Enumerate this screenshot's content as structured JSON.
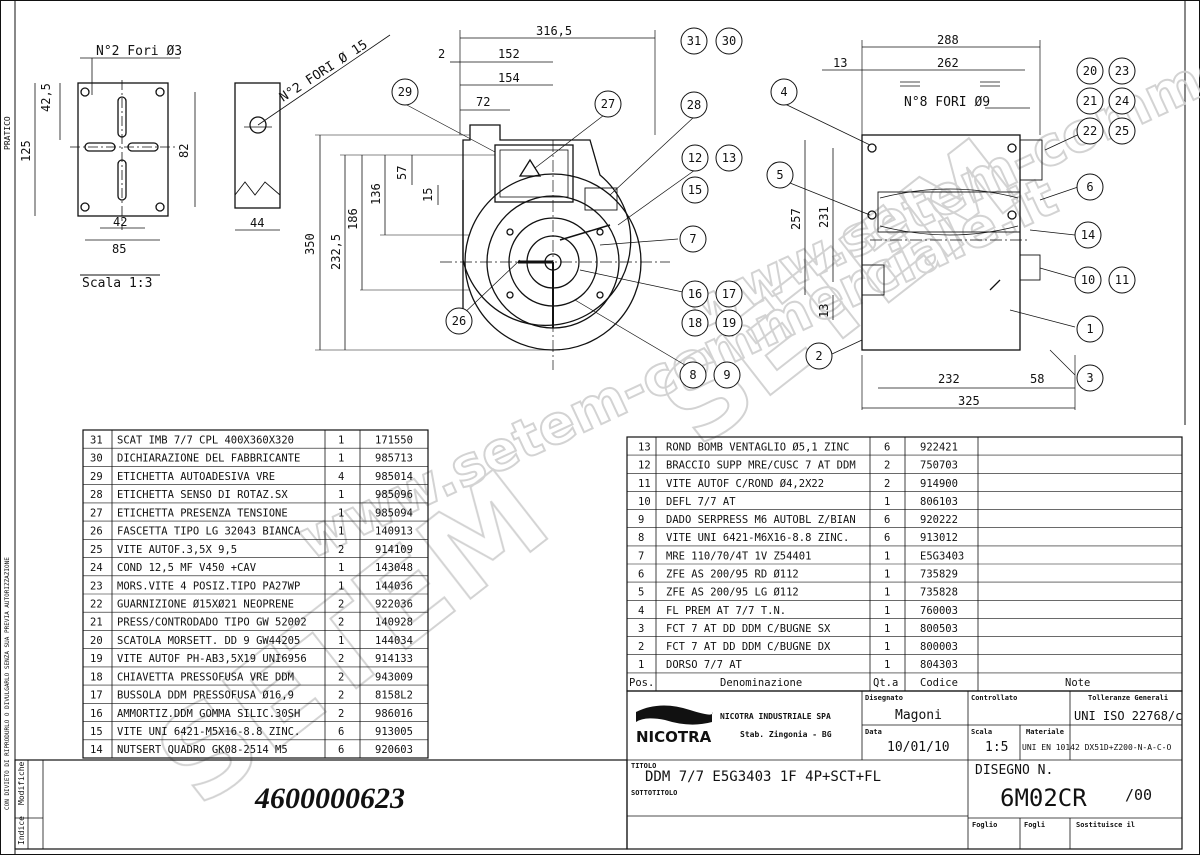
{
  "drawing_number": "4600000623",
  "left_strip": {
    "pratico": "PRATICO",
    "modifiche": "Modifiche",
    "indice": "Indice",
    "copyright": "CON DIVIETO DI RIPRODURLO O DIVULGARLO SENZA SUA PREVIA AUTORIZZAZIONE"
  },
  "terminal_box_view": {
    "holes_label": "N°2 Fori Ø3",
    "dim_42_5": "42,5",
    "dim_125": "125",
    "dim_82": "82",
    "dim_42": "42",
    "dim_85": "85",
    "scale_label": "Scala 1:3"
  },
  "side_box_view": {
    "holes_label": "N°2 FORI Ø 15",
    "dim_44": "44"
  },
  "front_view": {
    "dim_316_5": "316,5",
    "dim_2": "2",
    "dim_152": "152",
    "dim_154": "154",
    "dim_72": "72",
    "dim_57": "57",
    "dim_15": "15",
    "dim_136": "136",
    "dim_186": "186",
    "dim_232_5": "232,5",
    "dim_350": "350"
  },
  "side_view": {
    "dim_288": "288",
    "dim_262": "262",
    "dim_13_top": "13",
    "holes_label": "N°8 FORI Ø9",
    "dim_257": "257",
    "dim_231": "231",
    "dim_13_bottom": "13",
    "dim_232": "232",
    "dim_58": "58",
    "dim_325": "325"
  },
  "balloons": [
    "1",
    "2",
    "3",
    "4",
    "5",
    "6",
    "7",
    "8",
    "9",
    "10",
    "11",
    "12",
    "13",
    "14",
    "15",
    "16",
    "17",
    "18",
    "19",
    "20",
    "21",
    "22",
    "23",
    "24",
    "25",
    "26",
    "27",
    "28",
    "29",
    "30",
    "31"
  ],
  "left_table": [
    {
      "pos": "31",
      "desc": "SCAT IMB 7/7 CPL 400X360X320",
      "qty": "1",
      "code": "171550"
    },
    {
      "pos": "30",
      "desc": "DICHIARAZIONE DEL FABBRICANTE",
      "qty": "1",
      "code": "985713"
    },
    {
      "pos": "29",
      "desc": "ETICHETTA AUTOADESIVA VRE",
      "qty": "4",
      "code": "985014"
    },
    {
      "pos": "28",
      "desc": "ETICHETTA SENSO DI ROTAZ.SX",
      "qty": "1",
      "code": "985096"
    },
    {
      "pos": "27",
      "desc": "ETICHETTA PRESENZA TENSIONE",
      "qty": "1",
      "code": "985094"
    },
    {
      "pos": "26",
      "desc": "FASCETTA TIPO LG 32043 BIANCA",
      "qty": "1",
      "code": "140913"
    },
    {
      "pos": "25",
      "desc": "VITE AUTOF.3,5X 9,5",
      "qty": "2",
      "code": "914109"
    },
    {
      "pos": "24",
      "desc": "COND 12,5 MF V450 +CAV",
      "qty": "1",
      "code": "143048"
    },
    {
      "pos": "23",
      "desc": "MORS.VITE 4 POSIZ.TIPO PA27WP",
      "qty": "1",
      "code": "144036"
    },
    {
      "pos": "22",
      "desc": "GUARNIZIONE Ø15XØ21 NEOPRENE",
      "qty": "2",
      "code": "922036"
    },
    {
      "pos": "21",
      "desc": "PRESS/CONTRODADO TIPO GW 52002",
      "qty": "2",
      "code": "140928"
    },
    {
      "pos": "20",
      "desc": "SCATOLA MORSETT. DD 9  GW44205",
      "qty": "1",
      "code": "144034"
    },
    {
      "pos": "19",
      "desc": "VITE AUTOF PH-AB3,5X19 UNI6956",
      "qty": "2",
      "code": "914133"
    },
    {
      "pos": "18",
      "desc": "CHIAVETTA PRESSOFUSA VRE DDM",
      "qty": "2",
      "code": "943009"
    },
    {
      "pos": "17",
      "desc": "BUSSOLA DDM PRESSOFUSA Ø16,9",
      "qty": "2",
      "code": "8158L2"
    },
    {
      "pos": "16",
      "desc": "AMMORTIZ.DDM GOMMA SILIC.30SH",
      "qty": "2",
      "code": "986016"
    },
    {
      "pos": "15",
      "desc": "VITE UNI 6421-M5X16-8.8 ZINC.",
      "qty": "6",
      "code": "913005"
    },
    {
      "pos": "14",
      "desc": "NUTSERT QUADRO GK08-2514 M5",
      "qty": "6",
      "code": "920603"
    }
  ],
  "right_table": [
    {
      "pos": "13",
      "desc": "ROND BOMB VENTAGLIO Ø5,1 ZINC",
      "qty": "6",
      "code": "922421"
    },
    {
      "pos": "12",
      "desc": "BRACCIO SUPP MRE/CUSC 7 AT DDM",
      "qty": "2",
      "code": "750703"
    },
    {
      "pos": "11",
      "desc": "VITE AUTOF C/ROND Ø4,2X22",
      "qty": "2",
      "code": "914900"
    },
    {
      "pos": "10",
      "desc": "DEFL 7/7 AT",
      "qty": "1",
      "code": "806103"
    },
    {
      "pos": "9",
      "desc": "DADO SERPRESS M6 AUTOBL Z/BIAN",
      "qty": "6",
      "code": "920222"
    },
    {
      "pos": "8",
      "desc": "VITE UNI 6421-M6X16-8.8 ZINC.",
      "qty": "6",
      "code": "913012"
    },
    {
      "pos": "7",
      "desc": "MRE 110/70/4T 1V Z54401",
      "qty": "1",
      "code": "E5G3403"
    },
    {
      "pos": "6",
      "desc": "ZFE AS 200/95 RD Ø112",
      "qty": "1",
      "code": "735829"
    },
    {
      "pos": "5",
      "desc": "ZFE AS 200/95 LG Ø112",
      "qty": "1",
      "code": "735828"
    },
    {
      "pos": "4",
      "desc": "FL PREM AT 7/7 T.N.",
      "qty": "1",
      "code": "760003"
    },
    {
      "pos": "3",
      "desc": "FCT 7 AT DD DDM C/BUGNE SX",
      "qty": "1",
      "code": "800503"
    },
    {
      "pos": "2",
      "desc": "FCT 7 AT DD DDM C/BUGNE DX",
      "qty": "1",
      "code": "800003"
    },
    {
      "pos": "1",
      "desc": "DORSO 7/7 AT",
      "qty": "1",
      "code": "804303"
    }
  ],
  "table_headers": {
    "pos": "Pos.",
    "desc": "Denominazione",
    "qty": "Qt.a",
    "code": "Codice",
    "notes": "Note"
  },
  "title_block": {
    "company": "NICOTRA INDUSTRIALE SPA",
    "plant": "Stab. Zingonia - BG",
    "logo": "NICOTRA",
    "drawn_label": "Disegnato",
    "drawn_by": "Magoni",
    "checked_label": "Controllato",
    "tolerance_label": "Tolleranze Generali",
    "tolerance": "UNI ISO 22768/c",
    "date_label": "Data",
    "date": "10/01/10",
    "scale_label": "Scala",
    "scale": "1:5",
    "material_label": "Materiale",
    "material": "UNI EN 10142 DX51D+Z200-N-A-C-O",
    "title_label": "TITOLO",
    "title": "DDM 7/7 E5G3403 1F 4P+SCT+FL",
    "subtitle_label": "SOTTOTITOLO",
    "drawing_no_label": "DISEGNO N.",
    "drawing_no": "6M02CR",
    "revision": "/00",
    "sheet_label": "Foglio",
    "sheets_label": "Fogli",
    "replaces_label": "Sostituisce il"
  },
  "watermark": {
    "brand": "SETEM",
    "site": "www.setem-commerciale.it"
  }
}
